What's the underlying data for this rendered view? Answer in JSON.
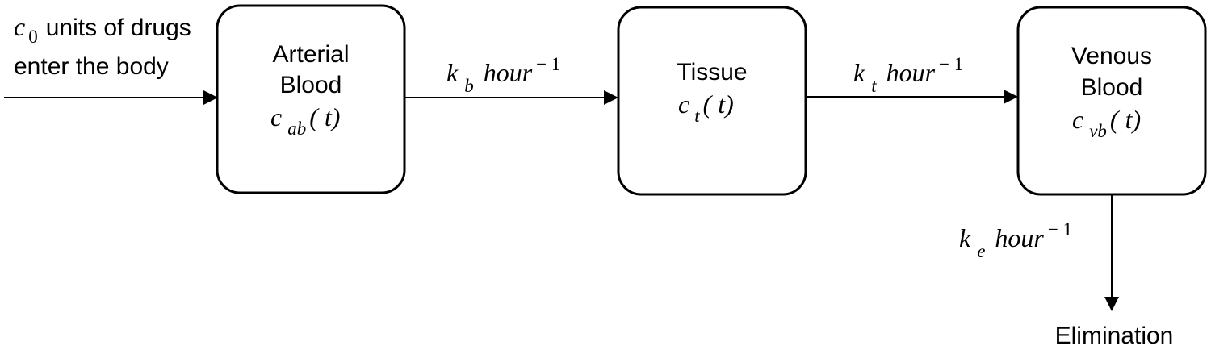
{
  "input": {
    "symbol": "c",
    "subscript": "0",
    "text_line1": "units of drugs",
    "text_line2": "enter the body"
  },
  "compartments": [
    {
      "label_line1": "Arterial",
      "label_line2": "Blood",
      "var": "c",
      "var_subscript": "ab",
      "arg": "( t)"
    },
    {
      "label_line1": "Tissue",
      "var": "c",
      "var_subscript": "t",
      "arg": "( t)"
    },
    {
      "label_line1": "Venous",
      "label_line2": "Blood",
      "var": "c",
      "var_subscript": "vb",
      "arg": "( t)"
    }
  ],
  "rates": [
    {
      "symbol": "k",
      "subscript": "b",
      "unit": "hour",
      "exponent": "− 1"
    },
    {
      "symbol": "k",
      "subscript": "t",
      "unit": "hour",
      "exponent": "− 1"
    },
    {
      "symbol": "k",
      "subscript": "e",
      "unit": "hour",
      "exponent": "− 1"
    }
  ],
  "output": {
    "label": "Elimination"
  }
}
